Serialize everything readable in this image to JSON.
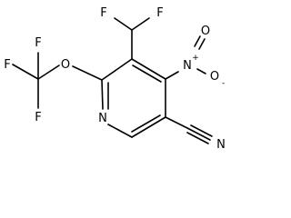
{
  "molecule": {
    "atom_labels": {
      "F1": "F",
      "F2": "F",
      "F3": "F",
      "F4": "F",
      "F5": "F",
      "O_ether": "O",
      "N_ring": "N",
      "N_nitro": "N",
      "N_nitro_charge": "+",
      "O_nitro": "O",
      "O_nitro_charge": "-",
      "N_nitrile": "N"
    },
    "colors": {
      "bond": "#000000",
      "label": "#000000",
      "background": "#ffffff"
    }
  }
}
